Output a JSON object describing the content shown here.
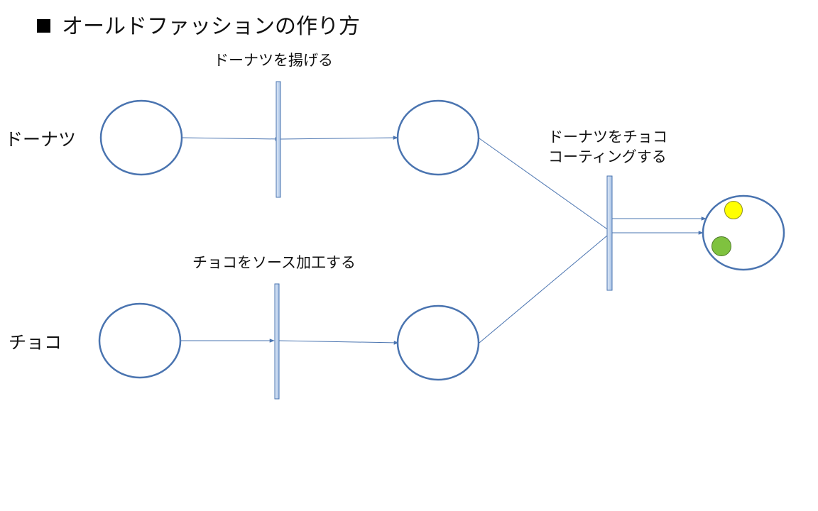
{
  "title": "オールドファッションの作り方",
  "places": {
    "donut": "ドーナツ",
    "choco": "チョコ"
  },
  "transitions": {
    "fry": "ドーナツを揚げる",
    "sauce": "チョコをソース加工する",
    "coat_line1": "ドーナツをチョコ",
    "coat_line2": "コーティングする"
  },
  "colors": {
    "place_stroke": "#4a74b0",
    "arc": "#4a74b0",
    "bar_fill": "#c8d8ef",
    "token_yellow": "#ffff00",
    "token_green": "#7fc23f"
  }
}
